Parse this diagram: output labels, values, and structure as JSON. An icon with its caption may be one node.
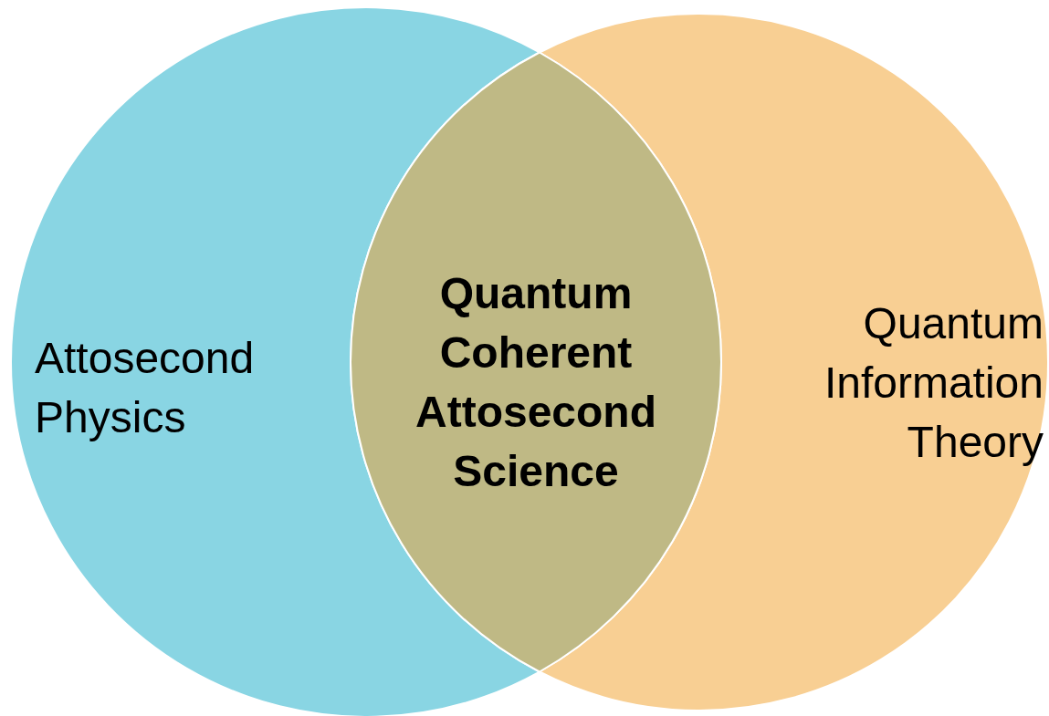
{
  "diagram": {
    "nodes": [
      {
        "text": [
          "Attosecond Physics"
        ]
      },
      {
        "text": [
          "Quantum Information Theory"
        ]
      },
      {
        "text": [
          "Quantum Coherent Attosecond Science"
        ]
      }
    ]
  }
}
